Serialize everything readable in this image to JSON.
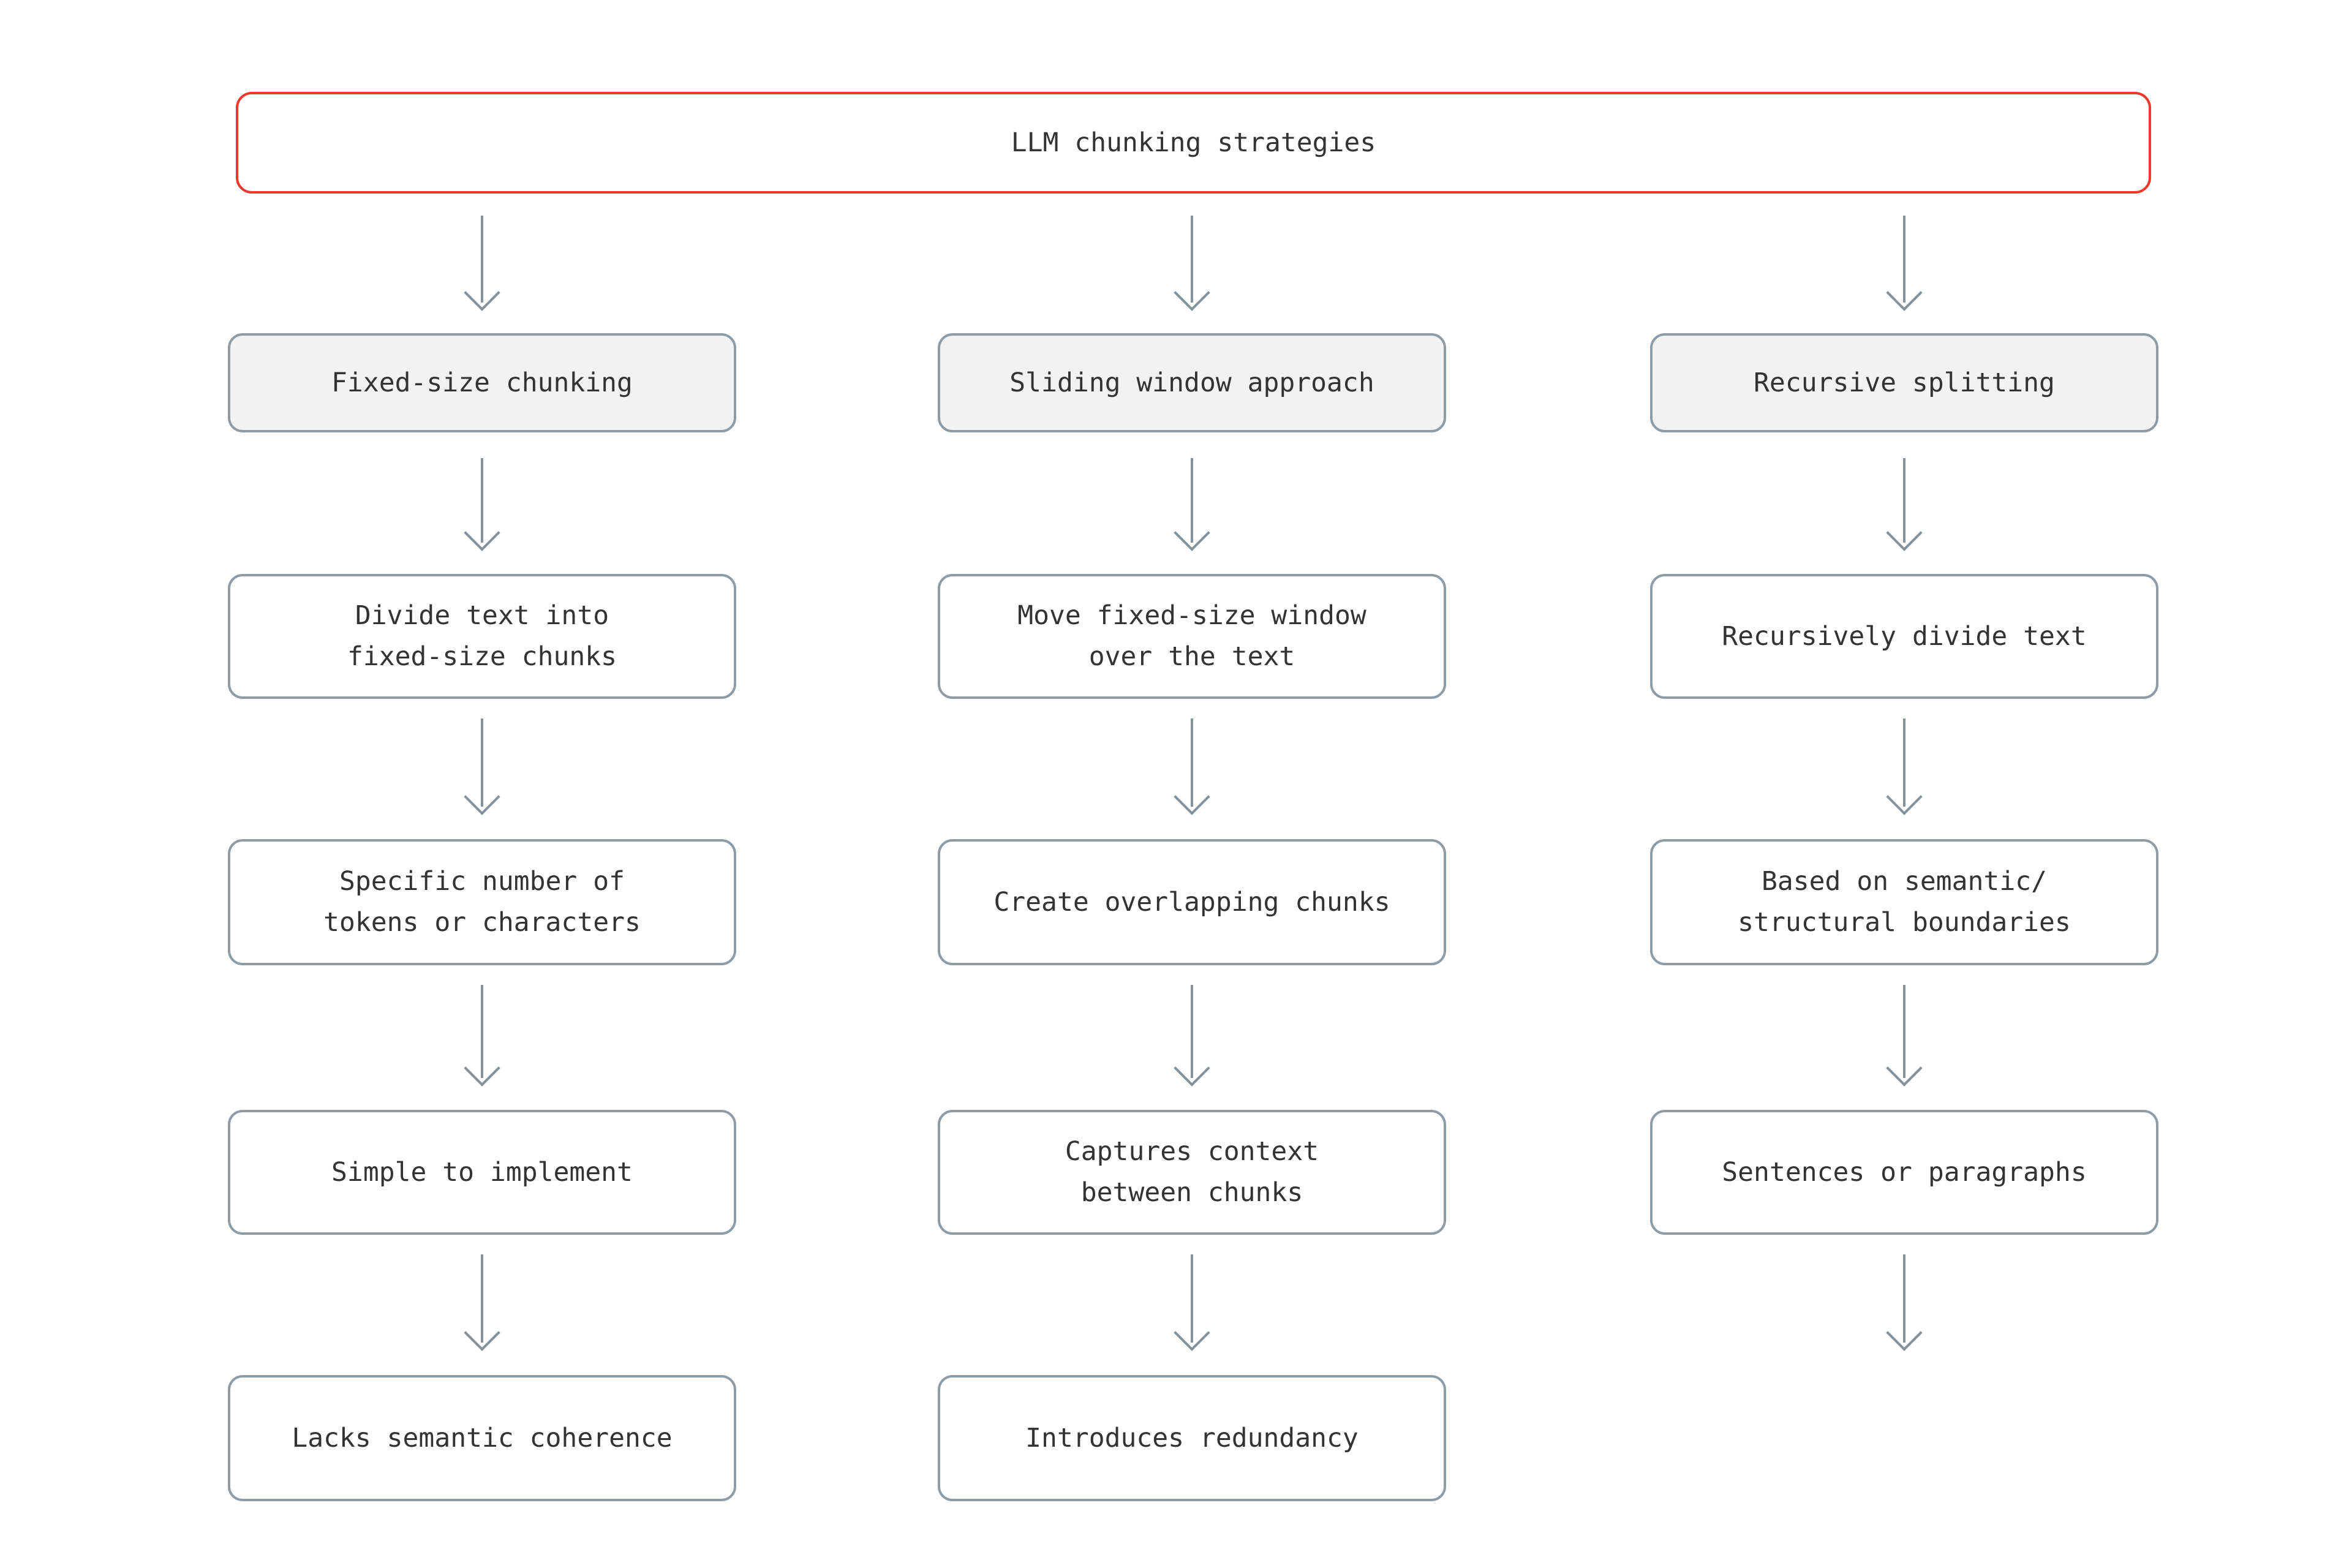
{
  "root": {
    "label": "LLM chunking strategies"
  },
  "columns": [
    {
      "header": "Fixed-size chunking",
      "steps": [
        "Divide text into\nfixed-size chunks",
        "Specific number of\ntokens or characters",
        "Simple to implement",
        "Lacks semantic coherence"
      ]
    },
    {
      "header": "Sliding window approach",
      "steps": [
        "Move fixed-size window\nover the text",
        "Create overlapping chunks",
        "Captures context\nbetween chunks",
        "Introduces redundancy"
      ]
    },
    {
      "header": "Recursive splitting",
      "steps": [
        "Recursively divide text",
        "Based on semantic/\nstructural boundaries",
        "Sentences or paragraphs"
      ]
    }
  ],
  "colors": {
    "accent_red": "#f0382d",
    "node_border": "#8d9ca6",
    "header_fill": "#f2f2f2",
    "node_fill": "#ffffff",
    "arrow": "#84929c",
    "text": "#333333",
    "background": "#ffffff"
  }
}
